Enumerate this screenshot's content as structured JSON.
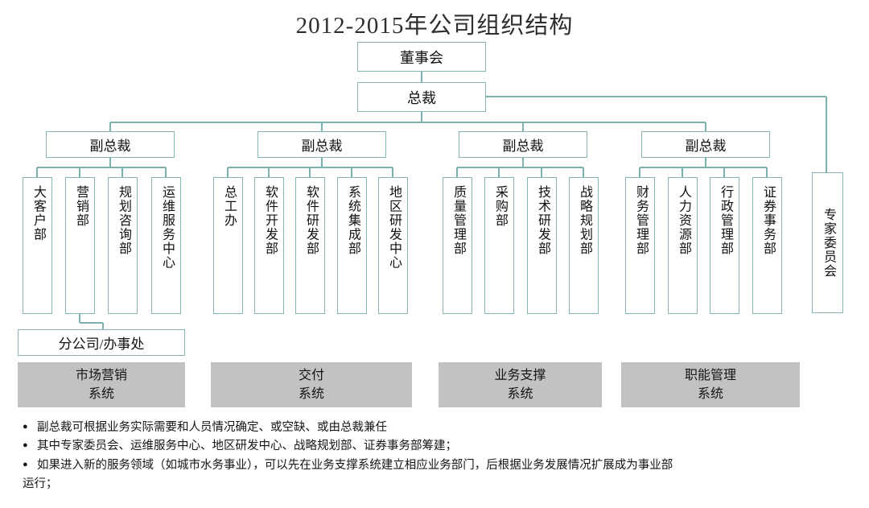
{
  "title": "2012-2015年公司组织结构",
  "colors": {
    "box_border": "#86b3b3",
    "wire": "#7fb0b0",
    "system_bar_bg": "#c2c2c2",
    "text": "#141414"
  },
  "top_nodes": {
    "board": "董事会",
    "president": "总裁"
  },
  "vp_row": [
    {
      "label": "副总裁"
    },
    {
      "label": "副总裁"
    },
    {
      "label": "副总裁"
    },
    {
      "label": "副总裁"
    }
  ],
  "side_node": {
    "label": "专家委员会"
  },
  "branch_node": {
    "label": "分公司/办事处"
  },
  "departments": {
    "group1": [
      "大客户部",
      "营销部",
      "规划咨询部",
      "运维服务中心"
    ],
    "group2": [
      "总工办",
      "软件开发部",
      "软件研发部",
      "系统集成部",
      "地区研发中心"
    ],
    "group3": [
      "质量管理部",
      "采购部",
      "技术研发部",
      "战略规划部"
    ],
    "group4": [
      "财务管理部",
      "人力资源部",
      "行政管理部",
      "证券事务部"
    ]
  },
  "system_bars": [
    {
      "line1": "市场营销",
      "line2": "系统"
    },
    {
      "line1": "交付",
      "line2": "系统"
    },
    {
      "line1": "业务支撑",
      "line2": "系统"
    },
    {
      "line1": "职能管理",
      "line2": "系统"
    }
  ],
  "notes": [
    {
      "bullet": "●",
      "text": "副总裁可根据业务实际需要和人员情况确定、或空缺、或由总裁兼任"
    },
    {
      "bullet": "●",
      "text": "其中专家委员会、运维服务中心、地区研发中心、战略规划部、证券事务部筹建；"
    },
    {
      "bullet": "●",
      "text": "如果进入新的服务领域（如城市水务事业），可以先在业务支撑系统建立相应业务部门，后根据业务发展情况扩展成为事业部"
    },
    {
      "bullet": "",
      "text": "运行；"
    }
  ]
}
